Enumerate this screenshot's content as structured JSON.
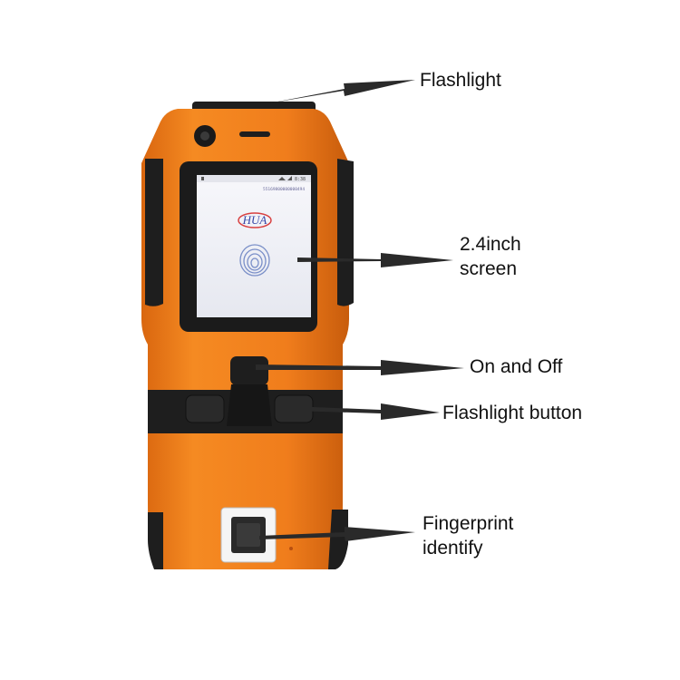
{
  "annotations": {
    "flashlight": "Flashlight",
    "screen_line1": "2.4inch",
    "screen_line2": "screen",
    "power": "On and Off",
    "flash_button": "Flashlight button",
    "fingerprint_line1": "Fingerprint",
    "fingerprint_line2": "identify"
  },
  "screen": {
    "status_time": "8:38",
    "serial": "55169800000000494",
    "logo_text": "HUA"
  },
  "colors": {
    "body_orange": "#f07d1c",
    "bumper_black": "#1e1e1e",
    "screen_bg": "#f2f3f8",
    "arrow": "#2a2a2a"
  },
  "icons": [
    "fingerprint-icon",
    "camera-lens-icon",
    "speaker-grille-icon",
    "wifi-icon",
    "signal-icon",
    "battery-icon"
  ]
}
